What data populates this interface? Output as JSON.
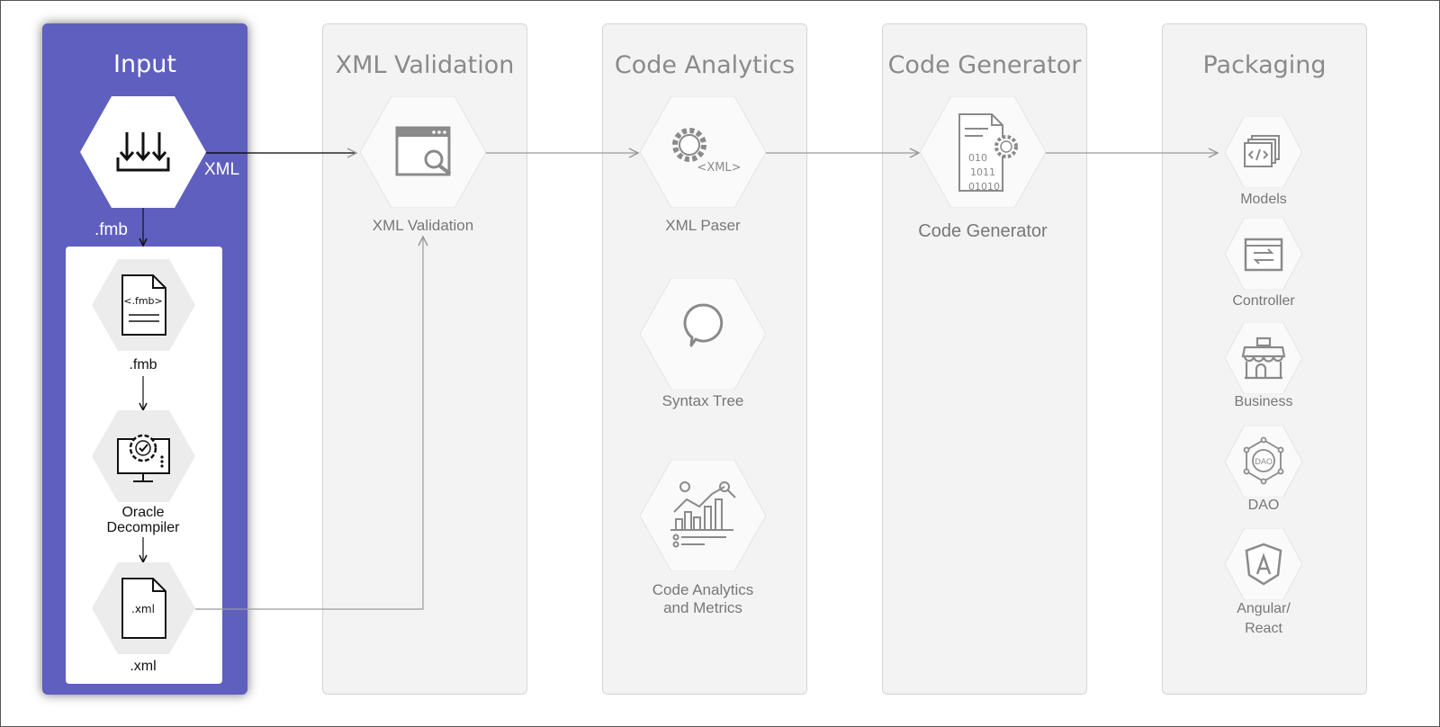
{
  "lanes": {
    "input": "Input",
    "xml_validation": "XML Validation",
    "code_analytics": "Code Analytics",
    "code_generator": "Code Generator",
    "packaging": "Packaging"
  },
  "input": {
    "xml_edge_label": "XML",
    "fmb_edge_label": ".fmb",
    "fmb_file_icon_text": "<.fmb>",
    "fmb_label": ".fmb",
    "decompiler_label_line1": "Oracle",
    "decompiler_label_line2": "Decompiler",
    "xml_file_icon_text": ".xml",
    "xml_label": ".xml"
  },
  "validation": {
    "node_label": "XML Validation"
  },
  "analytics": {
    "parser_icon_text": "<XML>",
    "parser_label": "XML Paser",
    "syntax_label": "Syntax Tree",
    "metrics_label_line1": "Code Analytics",
    "metrics_label_line2": "and Metrics"
  },
  "generator": {
    "binary_line1": "010",
    "binary_line2": "1011",
    "binary_line3": "01010",
    "node_label": "Code Generator"
  },
  "packaging": {
    "models": "Models",
    "controller": "Controller",
    "business": "Business",
    "dao_icon_text": "DAO",
    "dao": "DAO",
    "angular_line1": "Angular/",
    "angular_line2": "React"
  },
  "colors": {
    "input_lane": "#5f5fbf",
    "lane_bg": "#f3f3f3",
    "icon_gray": "#8a8a8a",
    "connector": "#9a9a9a"
  }
}
